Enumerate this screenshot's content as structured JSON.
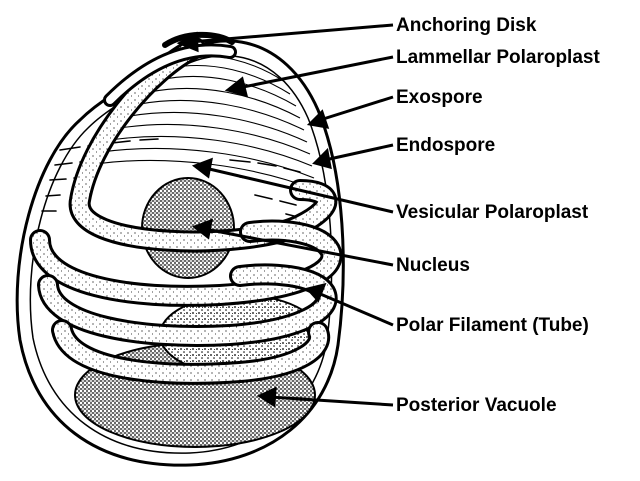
{
  "diagram": {
    "labels": [
      {
        "id": "anchoring",
        "text": "Anchoring Disk"
      },
      {
        "id": "lamellar",
        "text": "Lammellar Polaroplast"
      },
      {
        "id": "exospore",
        "text": "Exospore"
      },
      {
        "id": "endospore",
        "text": "Endospore"
      },
      {
        "id": "vesicular",
        "text": "Vesicular Polaroplast"
      },
      {
        "id": "nucleus",
        "text": "Nucleus"
      },
      {
        "id": "polar",
        "text": "Polar Filament (Tube)"
      },
      {
        "id": "vacuole",
        "text": "Posterior Vacuole"
      }
    ]
  }
}
